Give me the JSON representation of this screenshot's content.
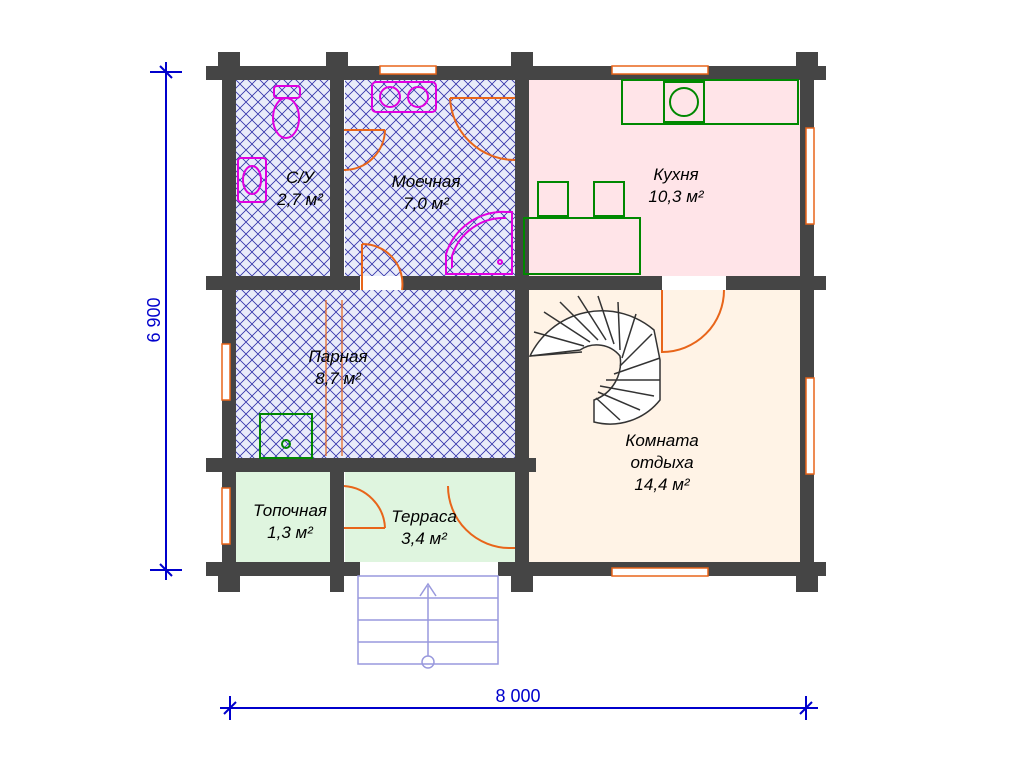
{
  "rooms": [
    {
      "id": "su",
      "name": "С/У",
      "area": "2,7 м²"
    },
    {
      "id": "moechnaya",
      "name": "Моечная",
      "area": "7,0 м²"
    },
    {
      "id": "kuhnya",
      "name": "Кухня",
      "area": "10,3 м²"
    },
    {
      "id": "parnaya",
      "name": "Парная",
      "area": "8,7 м²"
    },
    {
      "id": "komnata",
      "name_line1": "Комната",
      "name_line2": "отдыха",
      "area": "14,4 м²"
    },
    {
      "id": "topochnaya",
      "name": "Топочная",
      "area": "1,3 м²"
    },
    {
      "id": "terrasa",
      "name": "Терраса",
      "area": "3,4 м²"
    }
  ],
  "dimensions": {
    "width": "8 000",
    "height": "6 900"
  },
  "colors": {
    "wall": "#454545",
    "dimension": "#0000cc",
    "door": "#e8651a",
    "fixture_pink": "#e000e0",
    "fixture_green": "#008800",
    "kitchen_fill": "#ffe4e8",
    "living_fill": "#fff3e6",
    "terrace_fill": "#dff5df",
    "wet_hatch": "#3333aa"
  }
}
